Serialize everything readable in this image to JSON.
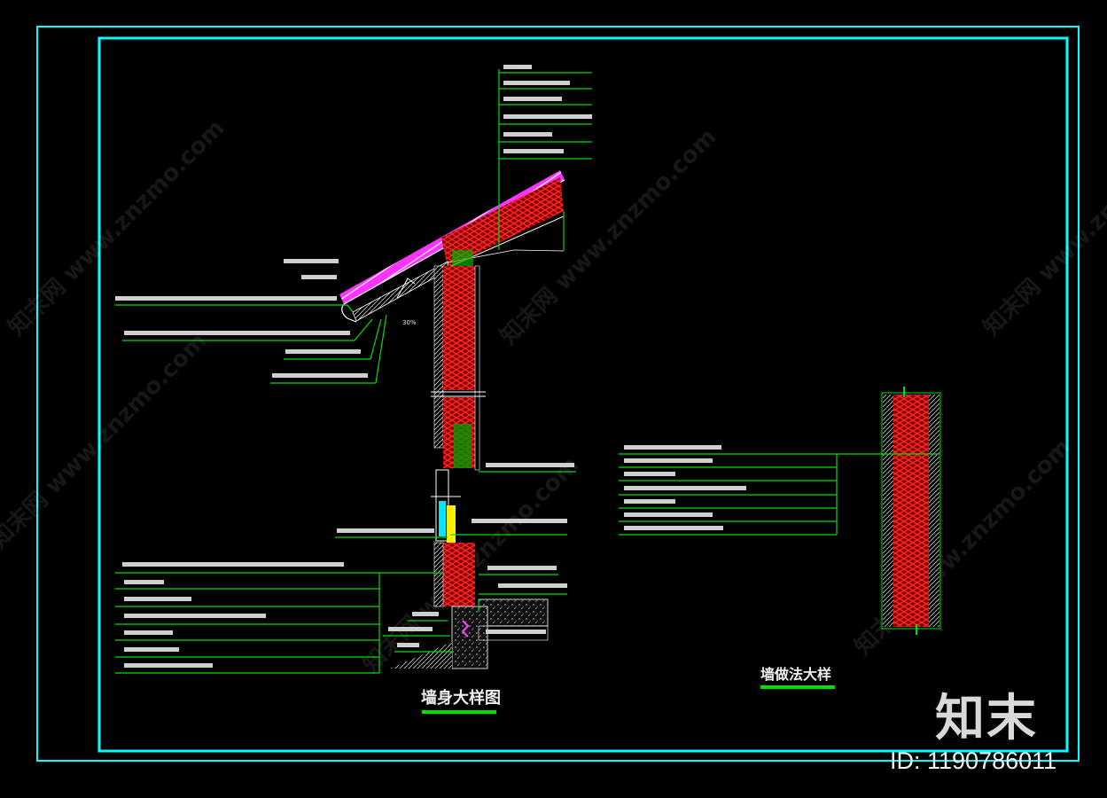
{
  "drawing": {
    "main_title": "墙身大样图",
    "detail_title": "墙做法大样",
    "slope_text": "30%"
  },
  "watermark": {
    "text": "知末网 www.znzmo.com",
    "brand": "知末",
    "id_text": "ID: 1190786011"
  },
  "colors": {
    "frame": "#00ffff",
    "leader": "#00e000",
    "insulation": "#ff1e1e",
    "roof": "#ff33ff",
    "text": "#e8e8e8"
  }
}
